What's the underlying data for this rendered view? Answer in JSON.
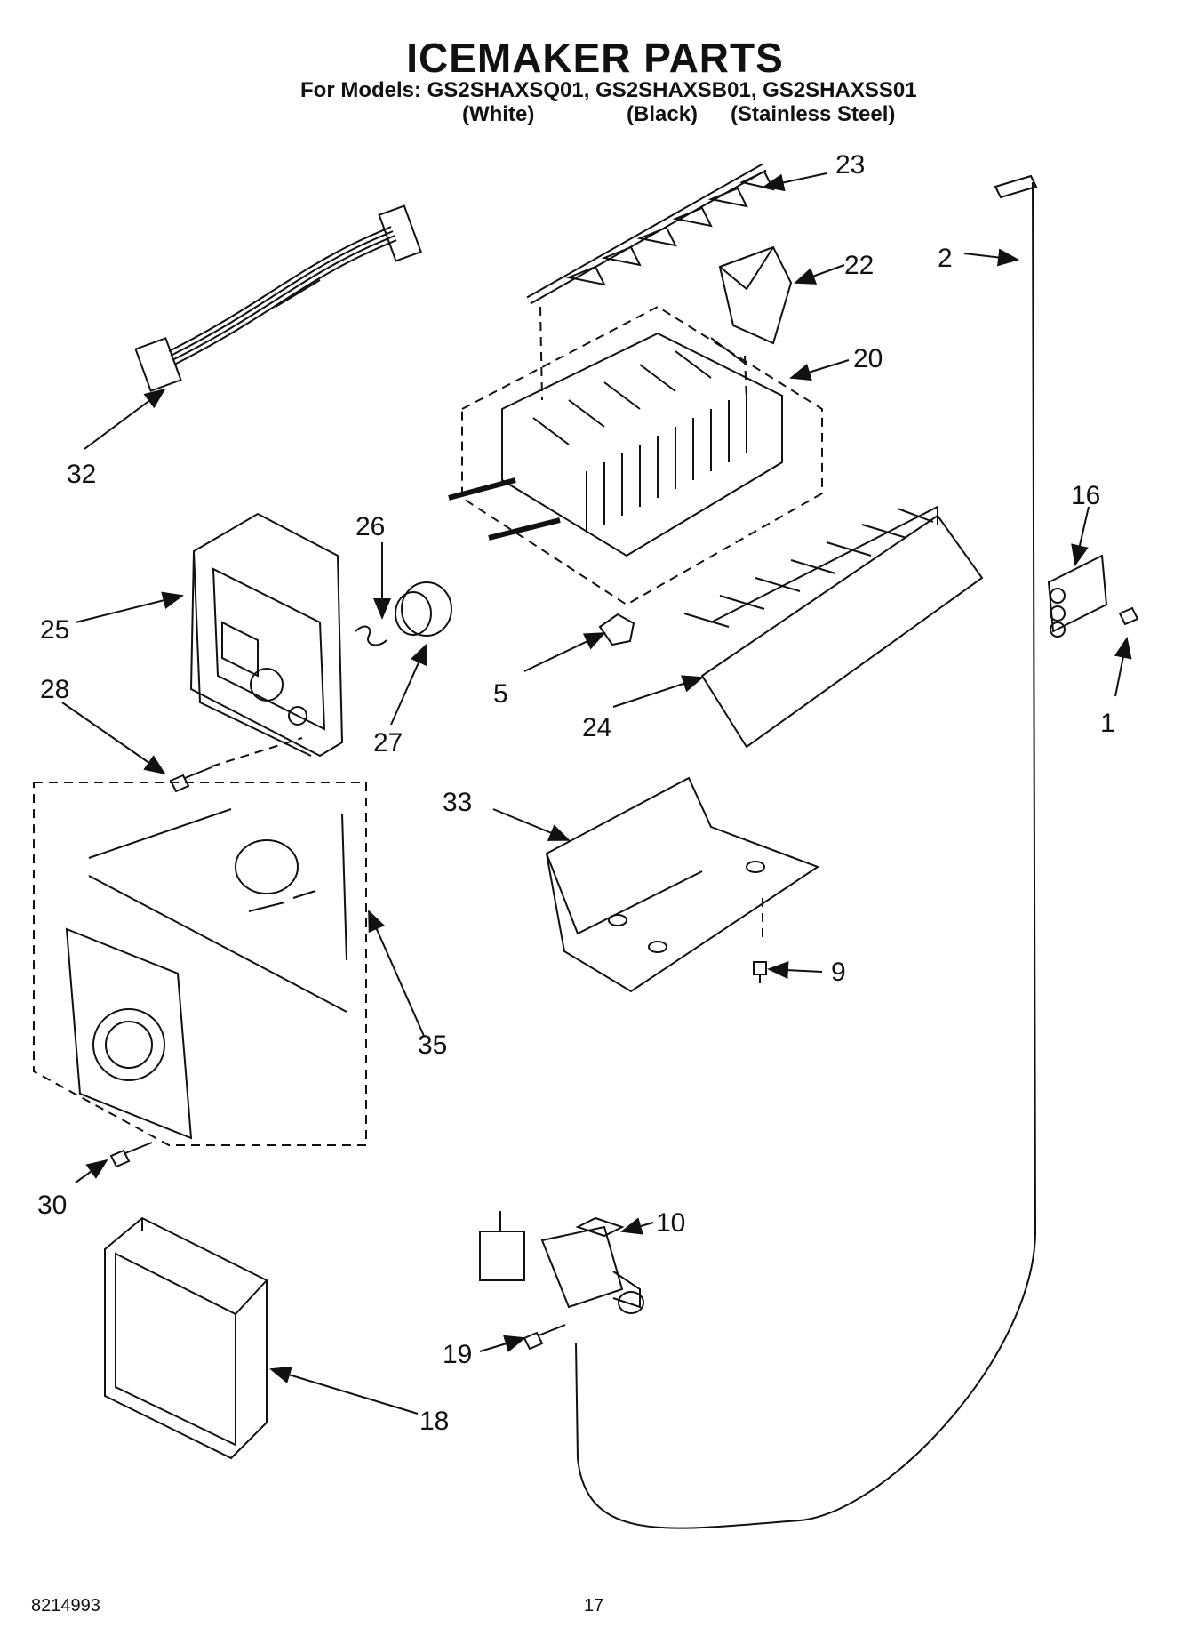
{
  "header": {
    "title": "ICEMAKER PARTS",
    "models_line": "For Models: GS2SHAXSQ01, GS2SHAXSB01, GS2SHAXSS01",
    "variants": [
      "(White)",
      "(Black)",
      "(Stainless Steel)"
    ]
  },
  "callouts": {
    "p1": "1",
    "p2": "2",
    "p5": "5",
    "p9": "9",
    "p10": "10",
    "p16": "16",
    "p18": "18",
    "p19": "19",
    "p20": "20",
    "p22": "22",
    "p23": "23",
    "p24": "24",
    "p25": "25",
    "p26": "26",
    "p27": "27",
    "p28": "28",
    "p30": "30",
    "p32": "32",
    "p33": "33",
    "p35": "35"
  },
  "footer": {
    "doc_number": "8214993",
    "page_number": "17"
  }
}
